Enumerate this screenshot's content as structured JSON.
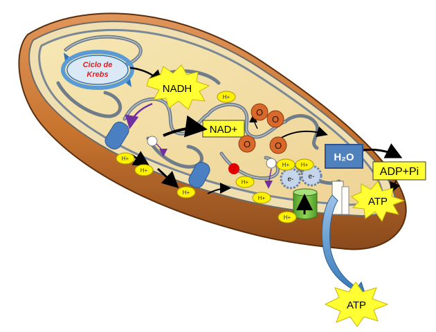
{
  "labels": {
    "krebs_line1": "Ciclo de",
    "krebs_line2": "Krebs",
    "nadh": "NADH",
    "nad_plus": "NAD+",
    "water": "H₂O",
    "adp_pi": "ADP+Pi",
    "atp_inner": "ATP",
    "atp_outer": "ATP",
    "oxygen": "O",
    "proton": "H+",
    "electron": "e-"
  },
  "colors": {
    "outer_membrane": "#c8742f",
    "outer_membrane_dark": "#8a4a1c",
    "matrix": "#f3e2a6",
    "cristae_line": "#6f7d8a",
    "proton_fill": "#fff200",
    "oxygen_fill": "#d9682b",
    "water_box": "#4f81bd",
    "star_fill": "#ffff33",
    "arrow_blue": "#5b9bd5",
    "complex_blue": "#4a7fc1",
    "atp_synthase_green": "#7cc142",
    "krebs_text": "#e31b1b"
  }
}
